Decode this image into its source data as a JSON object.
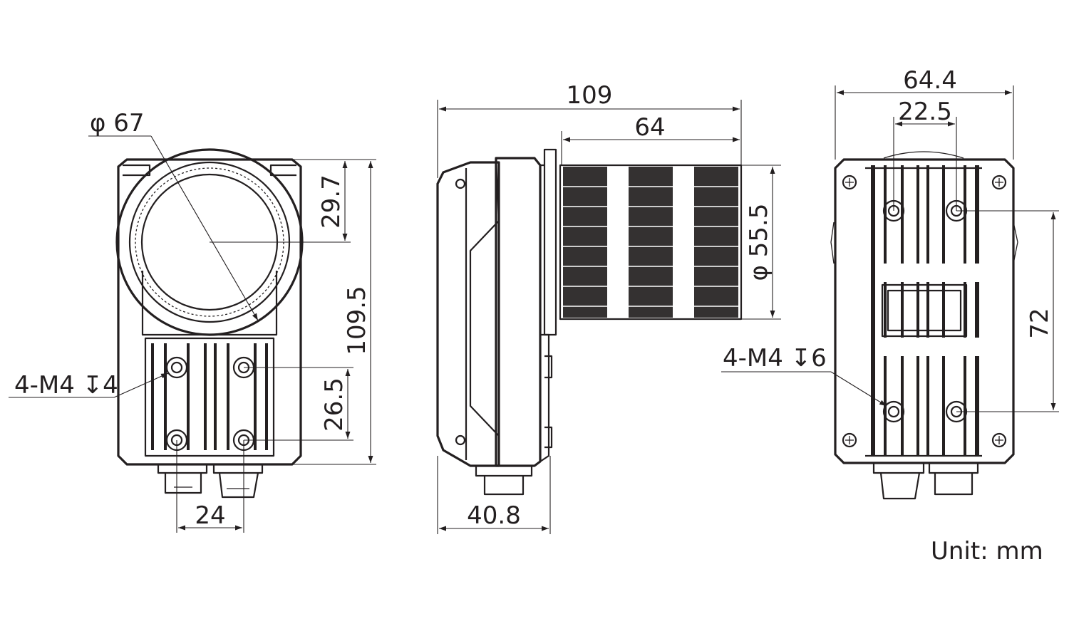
{
  "diagram": {
    "unit_label": "Unit: mm",
    "front_view": {
      "diameter_label": "φ 67",
      "lens_center_offset": "29.7",
      "total_height": "109.5",
      "hole_vertical_spacing": "26.5",
      "hole_horizontal_spacing": "24",
      "thread_callout": "4-M4 ↧4"
    },
    "side_view": {
      "total_length": "109",
      "lens_length": "64",
      "lens_diameter_label": "φ 55.5",
      "body_depth": "40.8"
    },
    "rear_view": {
      "total_width": "64.4",
      "hole_horizontal_spacing": "22.5",
      "hole_vertical_spacing": "72",
      "thread_callout": "4-M4 ↧6"
    }
  }
}
